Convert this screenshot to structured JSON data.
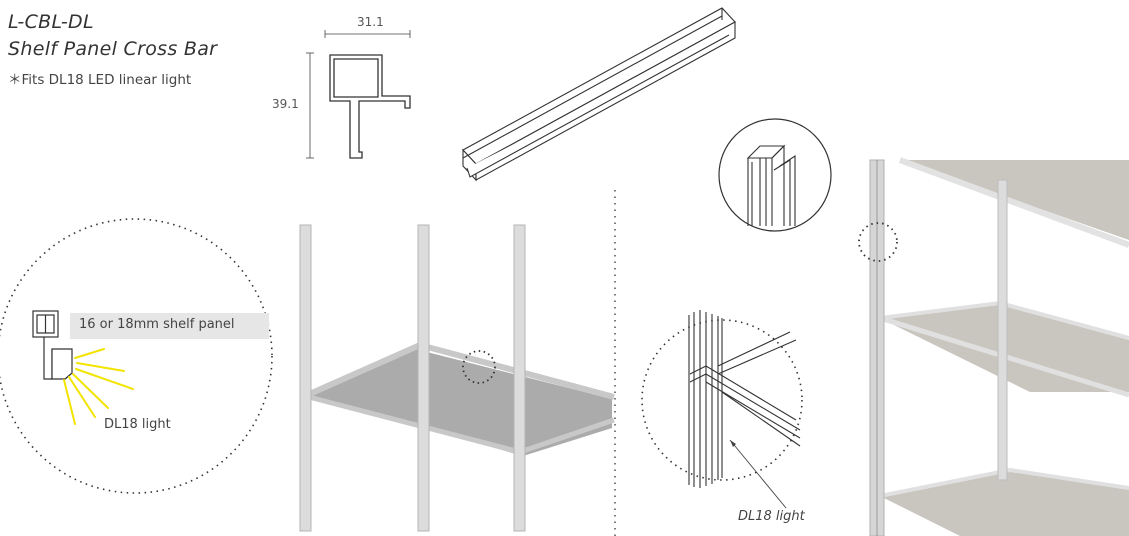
{
  "product": {
    "code": "L-CBL-DL",
    "name": "Shelf Panel Cross Bar",
    "note": "＊Fits DL18 LED linear light"
  },
  "profile": {
    "width": "31.1",
    "height": "39.1"
  },
  "detail_left": {
    "panel_label": "16 or 18mm shelf panel",
    "light_label": "DL18 light"
  },
  "detail_right": {
    "light_label": "DL18 light"
  },
  "colors": {
    "panel_gray": "#9c9c9c",
    "frame": "#d8d8d8",
    "light_rays": "#f2e400",
    "wood": "#c9c6bf"
  }
}
